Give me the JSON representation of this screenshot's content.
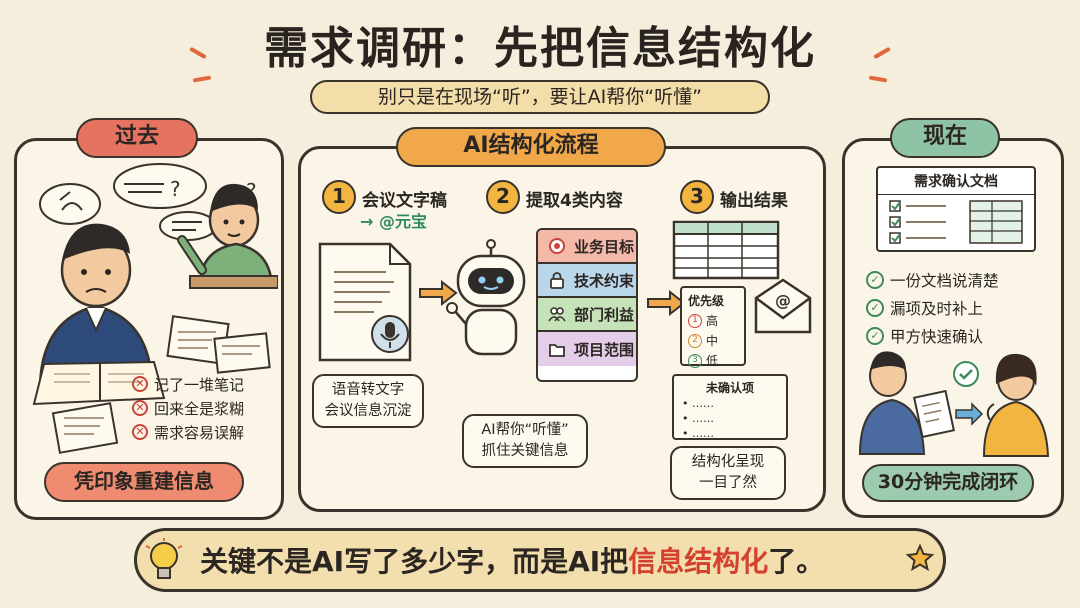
{
  "title": "需求调研：先把信息结构化",
  "subtitle": "别只是在现场“听”，要让AI帮你“听懂”",
  "past": {
    "tag": "过去",
    "items": [
      "记了一堆笔记",
      "回来全是浆糊",
      "需求容易误解"
    ],
    "footer": "凭印象重建信息"
  },
  "ai": {
    "tag": "AI结构化流程",
    "steps": [
      {
        "num": "1",
        "label": "会议文字稿",
        "sub": "→ @元宝"
      },
      {
        "num": "2",
        "label": "提取4类内容"
      },
      {
        "num": "3",
        "label": "输出结果"
      }
    ],
    "categories": [
      "业务目标",
      "技术约束",
      "部门利益",
      "项目范围"
    ],
    "bubble1": [
      "语音转文字",
      "会议信息沉淀"
    ],
    "bubble2": [
      "AI帮你“听懂”",
      "抓住关键信息"
    ],
    "priority": {
      "title": "优先级",
      "levels": [
        "高",
        "中",
        "低"
      ],
      "nums": [
        "1",
        "2",
        "3"
      ]
    },
    "unconfirmed": {
      "title": "未确认项",
      "dots": [
        "• ……",
        "• ……",
        "• ……"
      ]
    },
    "bubble3": [
      "结构化呈现",
      "一目了然"
    ]
  },
  "now": {
    "tag": "现在",
    "doc_title": "需求确认文档",
    "items": [
      "一份文档说清楚",
      "漏项及时补上",
      "甲方快速确认"
    ],
    "footer": "30分钟完成闭环"
  },
  "bottom": {
    "prefix": "关键不是AI写了多少字，而是AI把",
    "highlight": "信息结构化",
    "suffix": "了。"
  },
  "colors": {
    "past": "#e5735f",
    "now": "#8fc3a6",
    "ai": "#f0a84a",
    "step": "#f2b640",
    "highlight": "#d4412f"
  }
}
